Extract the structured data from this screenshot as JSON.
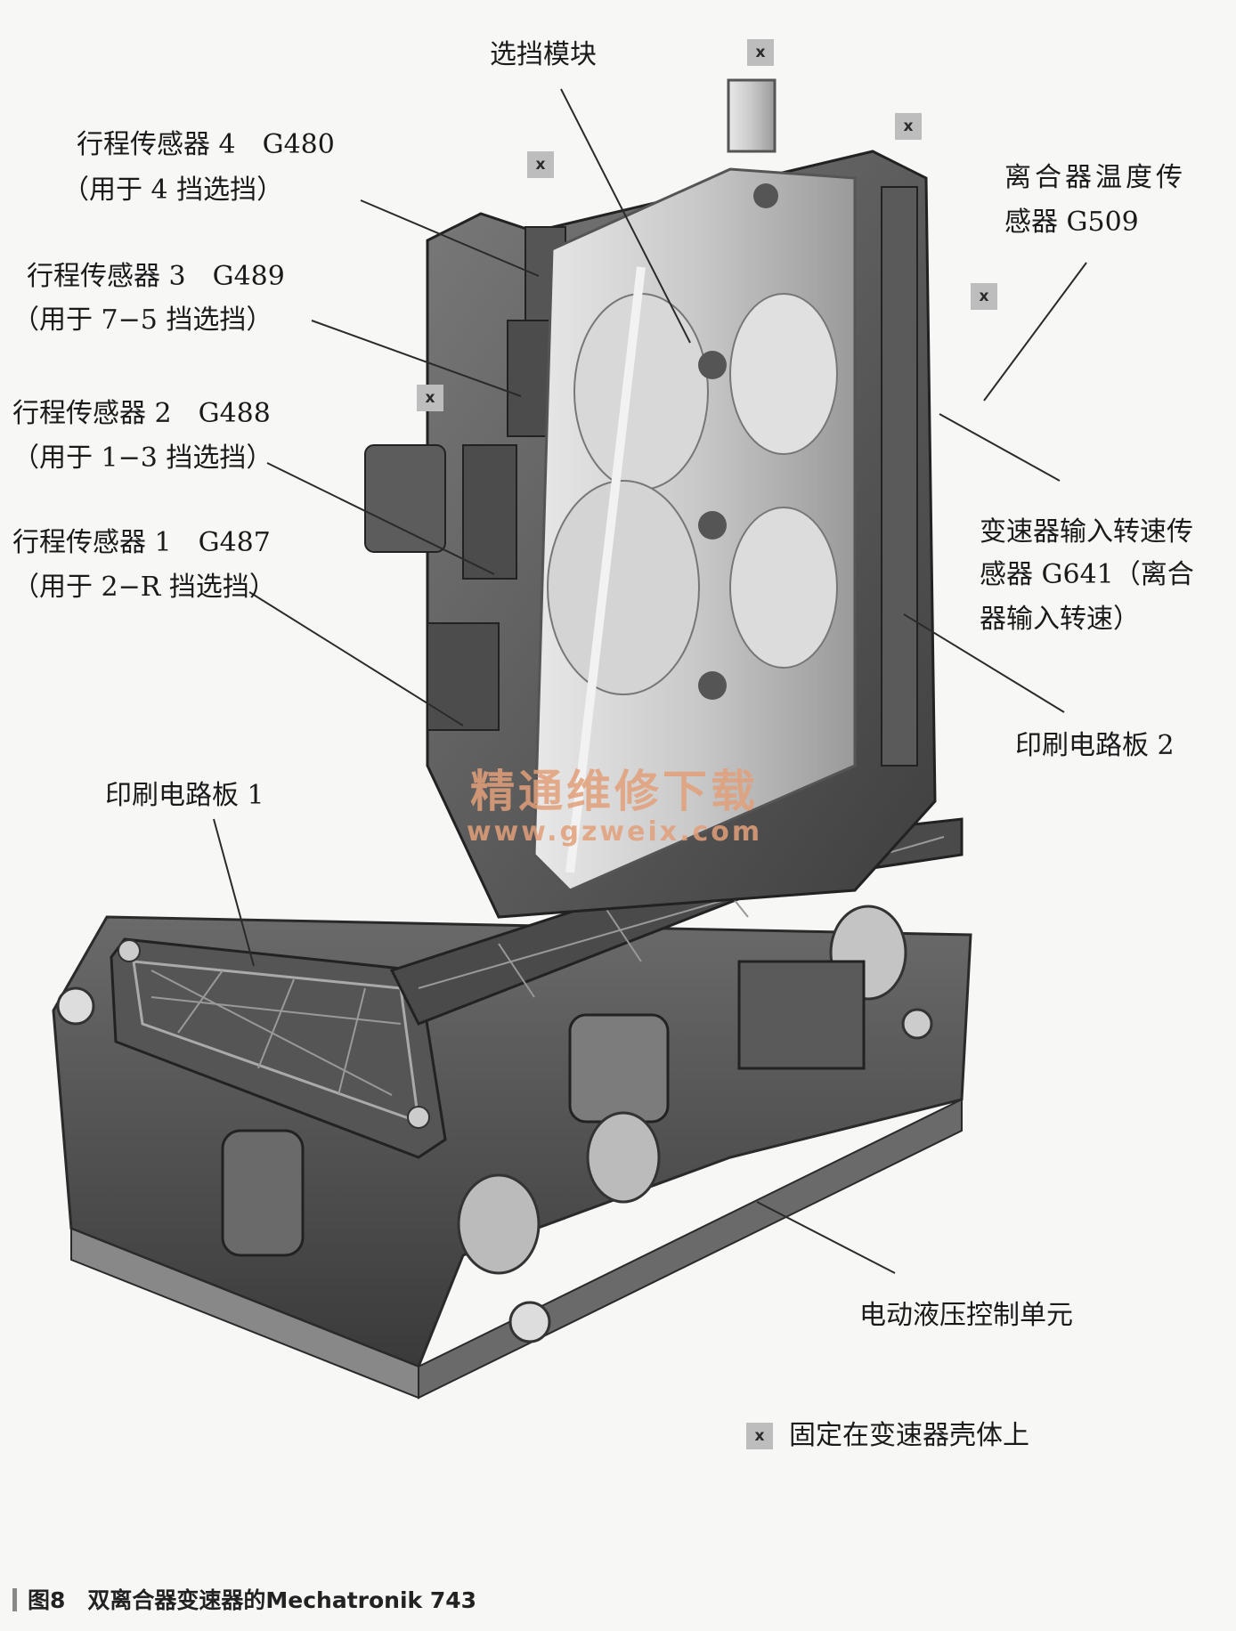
{
  "labels": {
    "shift_module": "选挡模块",
    "travel_sensor_4": "行程传感器 4　G480",
    "travel_sensor_4_note": "（用于 4 挡选挡）",
    "travel_sensor_3": "行程传感器 3　G489",
    "travel_sensor_3_note": "（用于 7−5 挡选挡）",
    "travel_sensor_2": "行程传感器 2　G488",
    "travel_sensor_2_note": "（用于 1−3 挡选挡）",
    "travel_sensor_1": "行程传感器 1　G487",
    "travel_sensor_1_note": "（用于 2−R 挡选挡）",
    "clutch_temp_sensor_l1": "离合器温度传",
    "clutch_temp_sensor_l2": "感器 G509",
    "input_speed_sensor_l1": "变速器输入转速传",
    "input_speed_sensor_l2": "感器 G641（离合",
    "input_speed_sensor_l3": "器输入转速）",
    "pcb_1": "印刷电路板 1",
    "pcb_2": "印刷电路板 2",
    "ehcu": "电动液压控制单元"
  },
  "mount_marker": "x",
  "legend": {
    "text": "固定在变速器壳体上"
  },
  "watermark": {
    "line1": "精通维修下载",
    "line2": "www.gzweix.com"
  },
  "caption": "图8　双离合器变速器的Mechatronik 743",
  "colors": {
    "body_dark": "#4a4a4a",
    "body_light": "#cfcfcf",
    "marker_bg": "#bdbdbd",
    "watermark": "#e2a07a"
  }
}
